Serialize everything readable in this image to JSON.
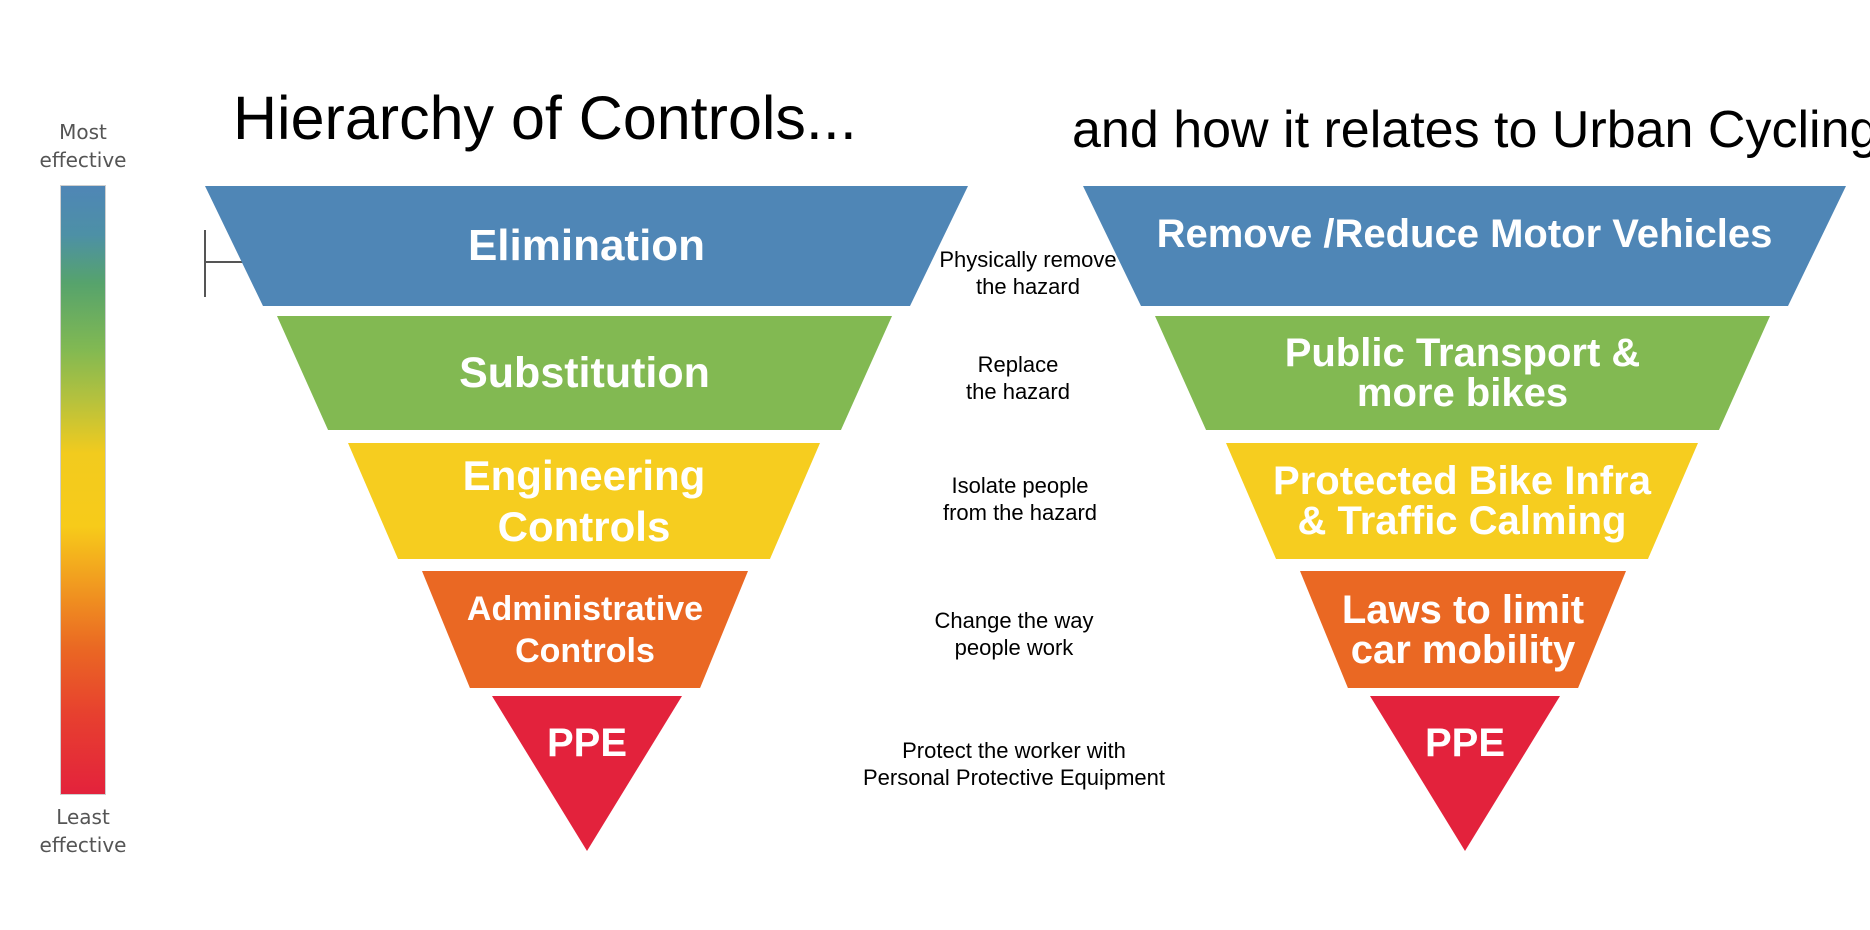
{
  "title_left": "Hierarchy of Controls...",
  "title_right": "and how it relates to Urban Cycling",
  "scale": {
    "top_label": "Most\neffective",
    "bottom_label": "Least\neffective"
  },
  "colors": {
    "blue": "#4f86b6",
    "green": "#82b952",
    "yellow": "#f6cd1f",
    "orange": "#ea6823",
    "red": "#e3223c"
  },
  "levels": [
    {
      "control": "Elimination",
      "description": "Physically remove\nthe hazard",
      "cycling": "Remove /Reduce Motor Vehicles"
    },
    {
      "control": "Substitution",
      "description": "Replace\nthe hazard",
      "cycling": "Public Transport &\nmore bikes"
    },
    {
      "control": "Engineering\nControls",
      "description": "Isolate people\nfrom the hazard",
      "cycling": "Protected Bike Infra\n& Traffic Calming"
    },
    {
      "control": "Administrative\nControls",
      "description": "Change the way\npeople work",
      "cycling": "Laws to limit\ncar mobility"
    },
    {
      "control": "PPE",
      "description": "Protect the worker with\nPersonal Protective Equipment",
      "cycling": "PPE"
    }
  ]
}
